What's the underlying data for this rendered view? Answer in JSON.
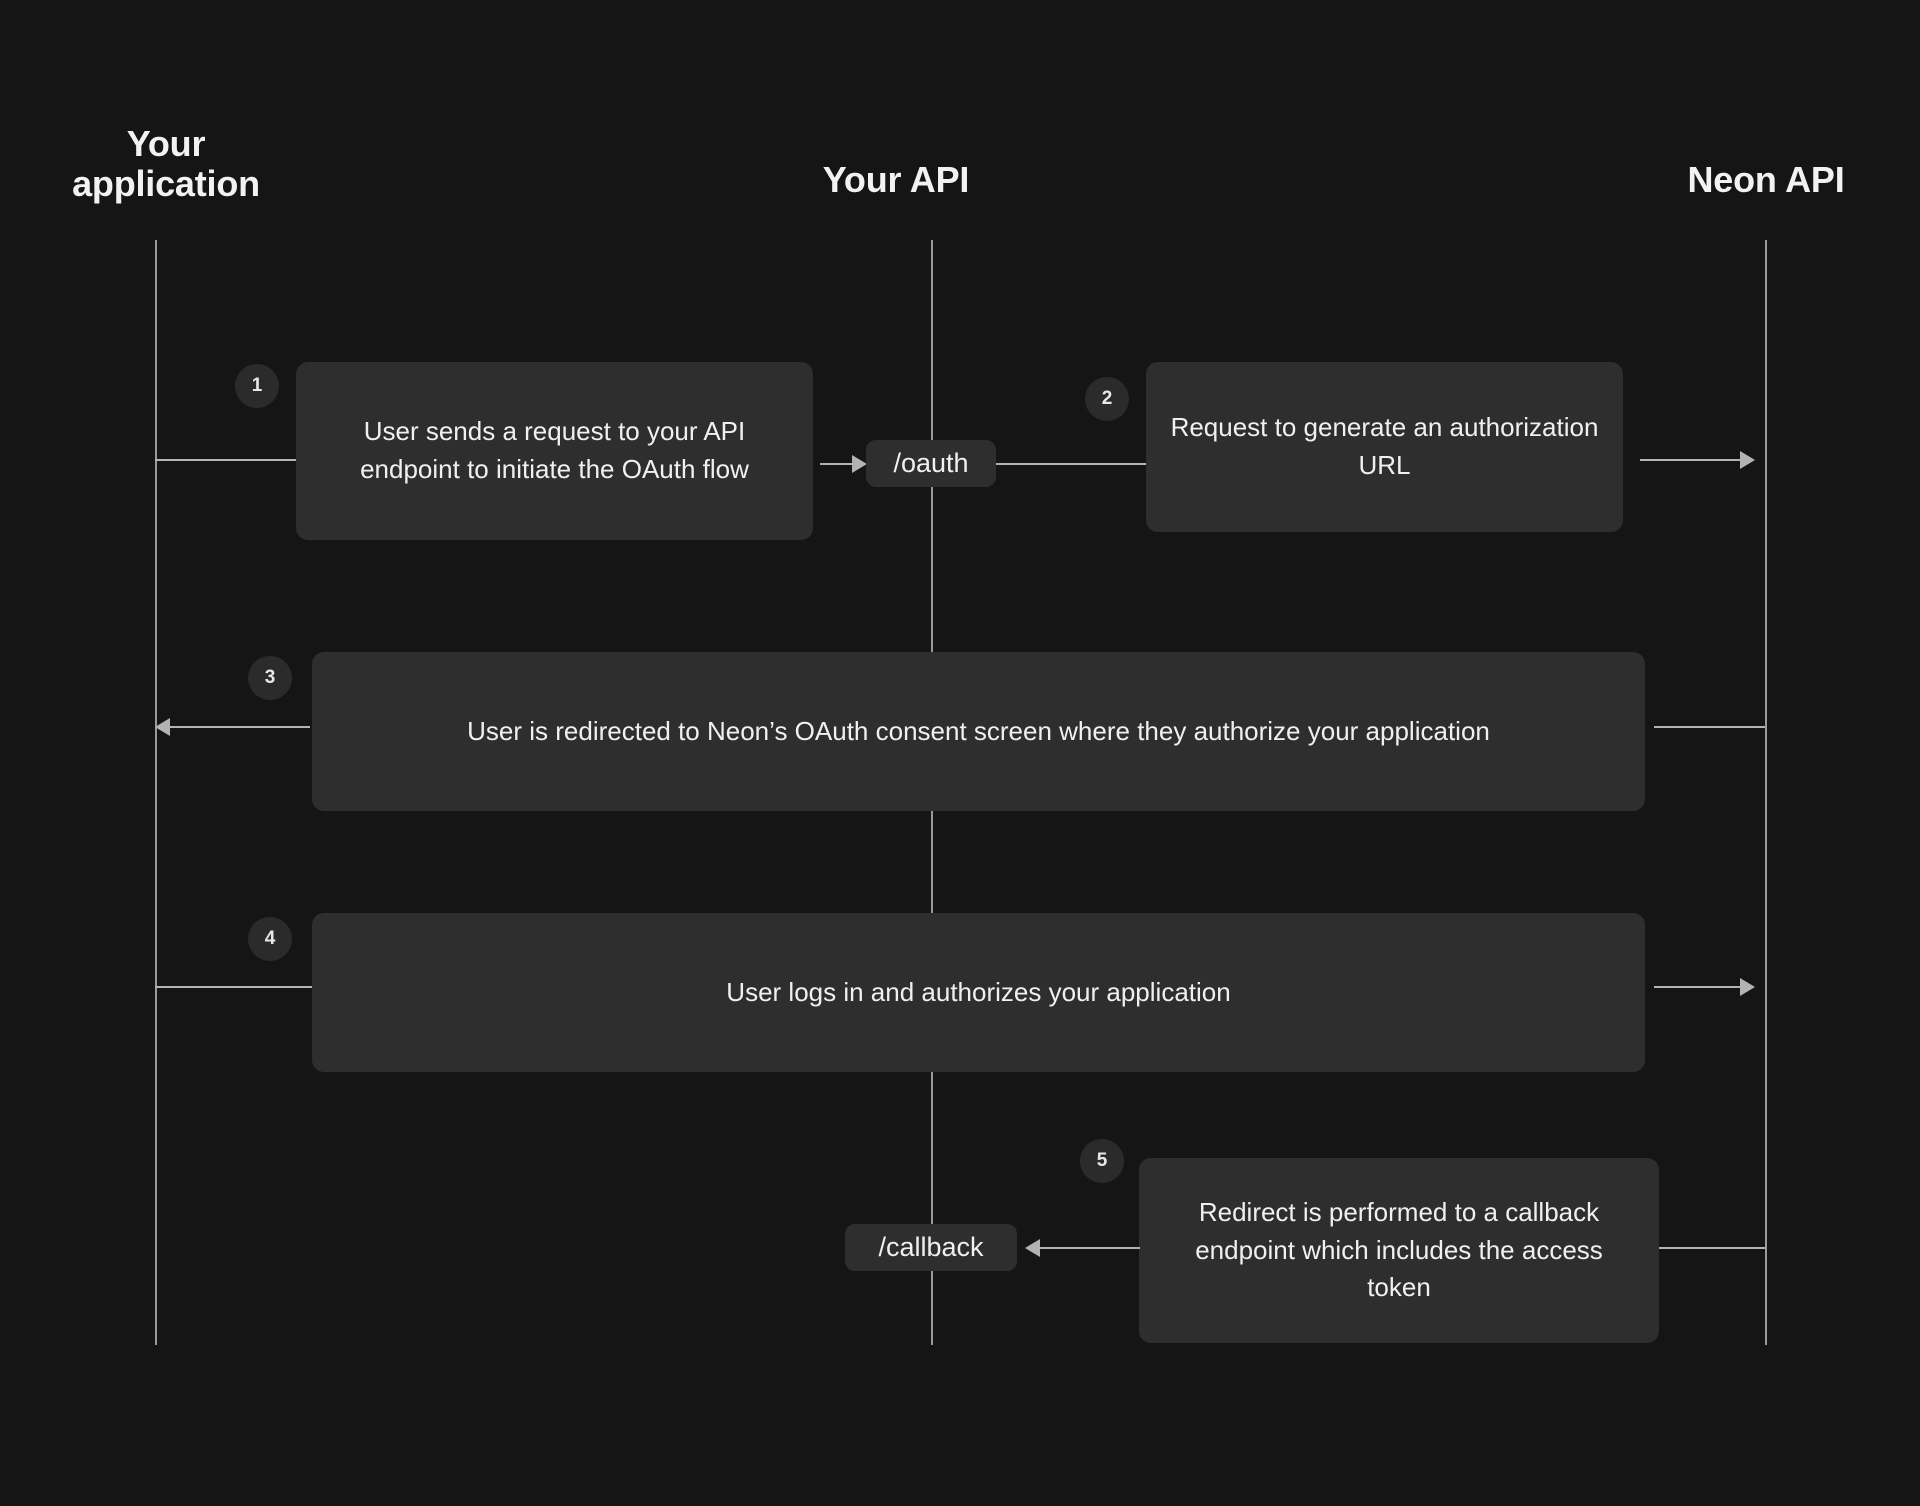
{
  "diagram": {
    "title": "Neon OAuth flow sequence diagram",
    "background_color": "#151515",
    "box_color": "#2e2e2e",
    "line_color": "#b3b3b3",
    "text_color": "#f0f0f0"
  },
  "lanes": [
    {
      "id": "your-application",
      "label": "Your\napplication"
    },
    {
      "id": "your-api",
      "label": "Your API"
    },
    {
      "id": "neon-api",
      "label": "Neon API"
    }
  ],
  "endpoints": [
    {
      "id": "oauth",
      "label": "/oauth"
    },
    {
      "id": "callback",
      "label": "/callback"
    }
  ],
  "steps": [
    {
      "number": "1",
      "text": "User sends a request to your API endpoint to initiate the OAuth flow",
      "from": "your-application",
      "to": "your-api",
      "direction": "right"
    },
    {
      "number": "2",
      "text": "Request to generate an authorization URL",
      "from": "your-api",
      "to": "neon-api",
      "direction": "right"
    },
    {
      "number": "3",
      "text": "User is redirected to Neon’s OAuth consent screen where they authorize your application",
      "from": "neon-api",
      "to": "your-application",
      "direction": "left"
    },
    {
      "number": "4",
      "text": "User logs in and authorizes your application",
      "from": "your-application",
      "to": "neon-api",
      "direction": "right"
    },
    {
      "number": "5",
      "text": "Redirect is performed to a callback endpoint which includes the access token",
      "from": "neon-api",
      "to": "your-api",
      "direction": "left"
    }
  ]
}
